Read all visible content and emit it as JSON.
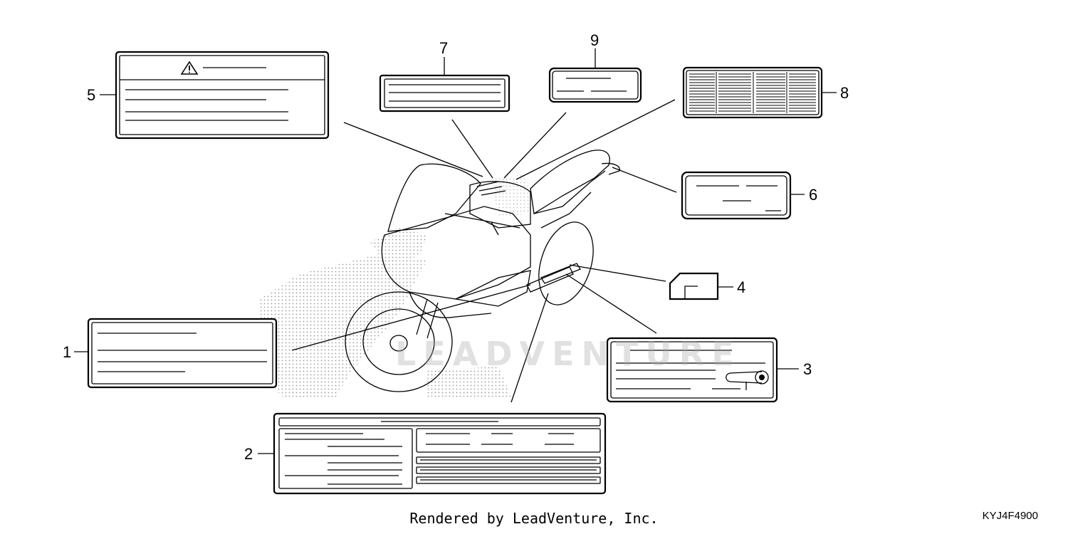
{
  "watermark": "LEADVENTURE",
  "footer": {
    "credit": "Rendered by LeadVenture, Inc.",
    "code": "KYJ4F4900"
  },
  "callouts": [
    {
      "id": 1,
      "text": "1"
    },
    {
      "id": 2,
      "text": "2"
    },
    {
      "id": 3,
      "text": "3"
    },
    {
      "id": 4,
      "text": "4"
    },
    {
      "id": 5,
      "text": "5"
    },
    {
      "id": 6,
      "text": "6"
    },
    {
      "id": 7,
      "text": "7"
    },
    {
      "id": 8,
      "text": "8"
    },
    {
      "id": 9,
      "text": "9"
    }
  ],
  "icons": {
    "warning": "warning-triangle-icon",
    "chain": "drive-chain-icon"
  },
  "colors": {
    "line": "#000000",
    "background": "#ffffff",
    "stipple": "#9a9a9a"
  }
}
